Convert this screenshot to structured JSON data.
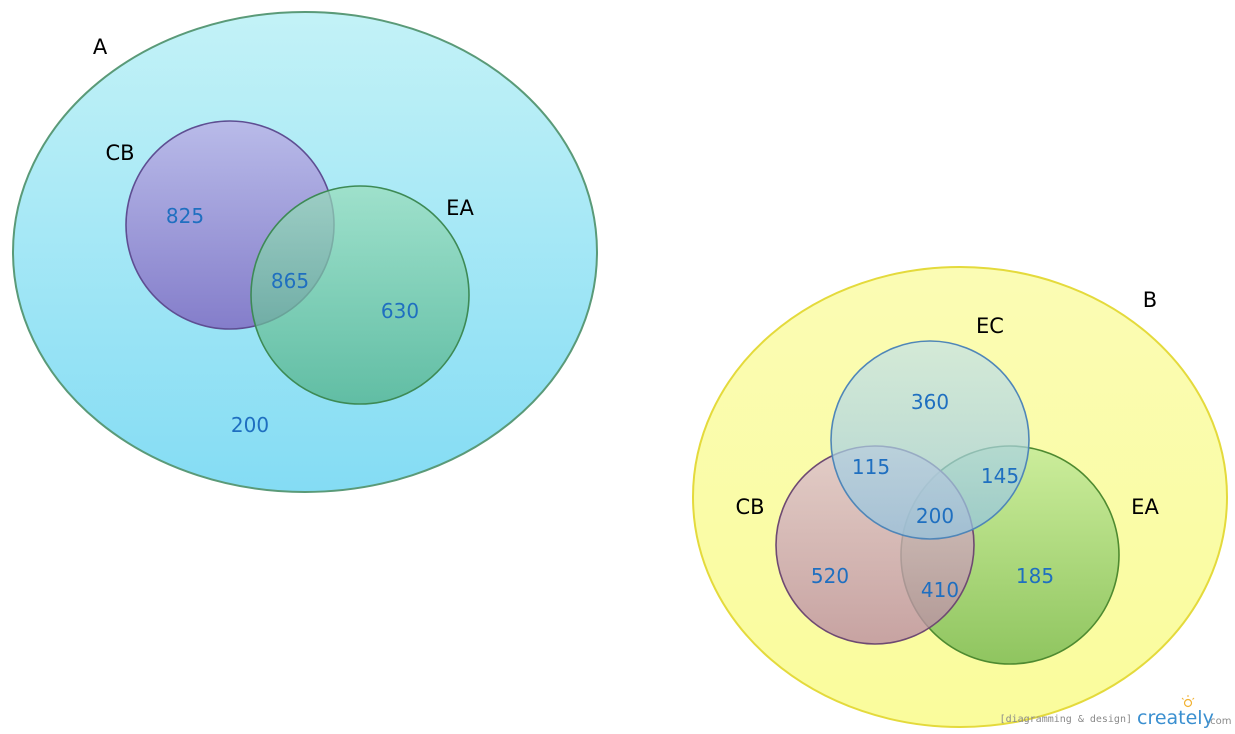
{
  "diagram_a": {
    "universe_label": "A",
    "sets": {
      "cb": "CB",
      "ea": "EA"
    },
    "regions": {
      "cb_only": "825",
      "cb_ea": "865",
      "ea_only": "630",
      "outside": "200"
    },
    "colors": {
      "universe": "#8fe0f2",
      "cb": "#8f86cf",
      "ea": "#5cbf8a"
    }
  },
  "diagram_b": {
    "universe_label": "B",
    "sets": {
      "ec": "EC",
      "cb": "CB",
      "ea": "EA"
    },
    "regions": {
      "ec_only": "360",
      "cb_ec": "115",
      "ec_ea": "145",
      "all_three": "200",
      "cb_only": "520",
      "cb_ea": "410",
      "ea_only": "185"
    },
    "colors": {
      "universe": "#fbfcac",
      "ec": "#a9d3e3",
      "cb": "#c79ab0",
      "ea": "#9fd16a"
    }
  },
  "watermark": {
    "tagline": "[diagramming & design]",
    "logo": "creately",
    "suffix": ".com"
  }
}
